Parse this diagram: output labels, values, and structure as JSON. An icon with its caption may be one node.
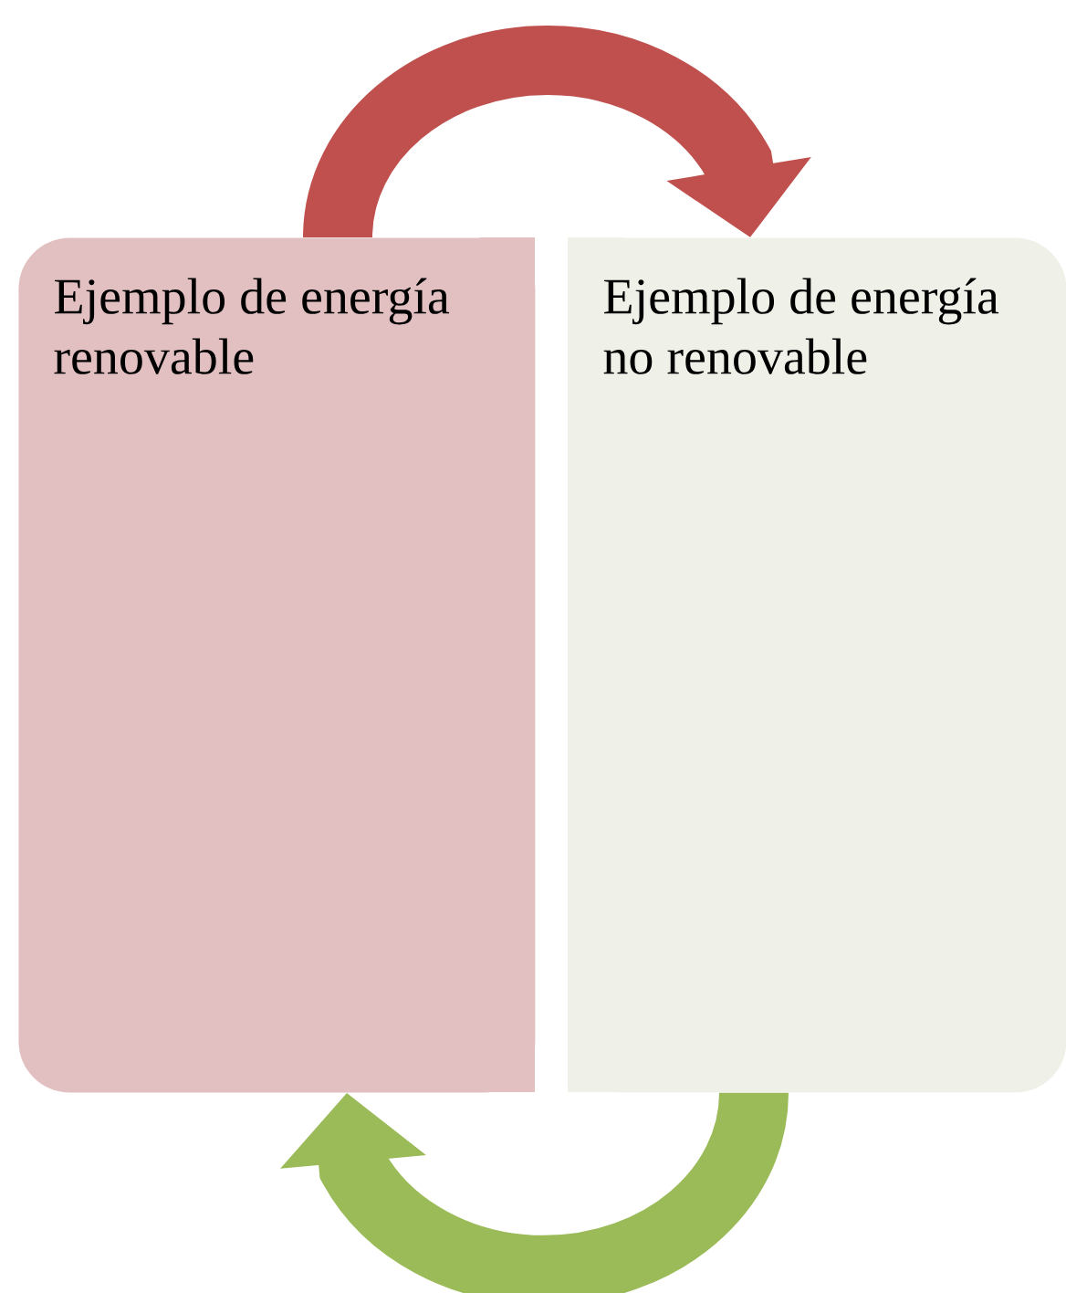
{
  "diagram": {
    "nodes": [
      {
        "text": [
          "Ejemplo de energía renovable"
        ]
      },
      {
        "text": [
          "Ejemplo de energía no renovable"
        ]
      }
    ],
    "edges": [
      {
        "from": 0,
        "to": 1,
        "arrow": "to",
        "color": "#c0504d"
      },
      {
        "from": 1,
        "to": 0,
        "arrow": "to",
        "color": "#9bbb59"
      }
    ]
  }
}
